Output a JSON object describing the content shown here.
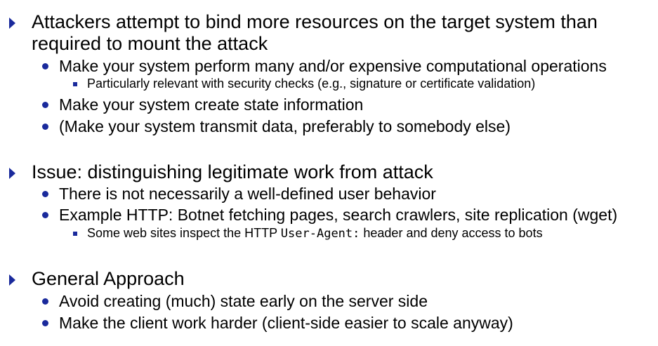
{
  "colors": {
    "bullet": "#1a2a9c",
    "text": "#000000",
    "background": "#ffffff"
  },
  "icons": {
    "level1": "triangle-arrow-icon",
    "level2": "round-bullet-icon",
    "level3": "square-bullet-icon"
  },
  "sections": [
    {
      "heading": "Attackers attempt to bind more resources on the target system than required to mount the attack",
      "items": [
        {
          "text": "Make your system perform many and/or expensive computational operations",
          "sub": "Particularly relevant with security checks (e.g., signature or certificate validation)"
        },
        {
          "text": "Make your system create state information"
        },
        {
          "text": "(Make your system transmit data, preferably to somebody else)"
        }
      ]
    },
    {
      "heading": "Issue: distinguishing legitimate work from attack",
      "items": [
        {
          "text": "There is not necessarily a well-defined user behavior"
        },
        {
          "text": "Example HTTP: Botnet fetching pages, search crawlers, site replication (wget)",
          "sub_before": "Some web sites inspect the HTTP ",
          "sub_code": "User-Agent:",
          "sub_after": " header and deny access to bots"
        }
      ]
    },
    {
      "heading": "General Approach",
      "items": [
        {
          "text": "Avoid creating (much) state early on the server side"
        },
        {
          "text": "Make the client work harder (client-side easier to scale anyway)"
        }
      ]
    }
  ]
}
